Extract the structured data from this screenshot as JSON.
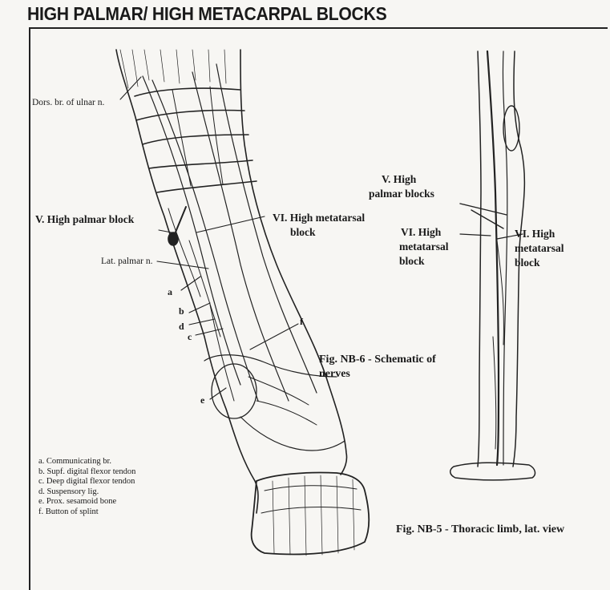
{
  "title": "HIGH PALMAR/ HIGH METACARPAL BLOCKS",
  "labels": {
    "dors_br_ulnar": "Dors. br. of ulnar n.",
    "high_palmar_block": "V. High palmar block",
    "high_metatarsal_block_line1": "VI. High metatarsal",
    "high_metatarsal_block_line2": "block",
    "lat_palmar_n": "Lat. palmar n.",
    "a": "a",
    "b": "b",
    "c": "c",
    "d": "d",
    "e": "e",
    "f": "f"
  },
  "schematic_labels": {
    "high_palmar_blocks_line1": "V. High",
    "high_palmar_blocks_line2": "palmar blocks",
    "left_metatarsal_line1": "VI. High",
    "left_metatarsal_line2": "metatarsal",
    "left_metatarsal_line3": "block",
    "right_metatarsal_line1": "VI. High",
    "right_metatarsal_line2": "metatarsal",
    "right_metatarsal_line3": "block"
  },
  "legend": [
    "a. Communicating br.",
    "b. Supf. digital flexor tendon",
    "c. Deep digital flexor tendon",
    "d. Suspensory lig.",
    "e. Prox. sesamoid bone",
    "f. Button of splint"
  ],
  "captions": {
    "nb6_line1": "Fig. NB-6 - Schematic of",
    "nb6_line2": "nerves",
    "nb5": "Fig. NB-5 - Thoracic limb, lat. view"
  }
}
